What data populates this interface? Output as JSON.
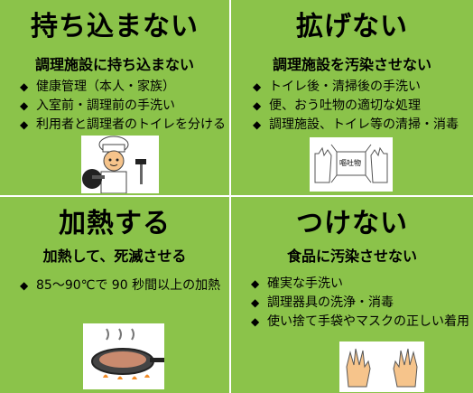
{
  "panels": {
    "top_left": {
      "title": "持ち込まない",
      "subtitle": "調理施設に持ち込まない",
      "items": [
        "健康管理（本人・家族）",
        "入室前・調理前の手洗い",
        "利用者と調理者のトイレを分ける"
      ],
      "marker": "◆",
      "icon": "chef-icon"
    },
    "top_right": {
      "title": "拡げない",
      "subtitle": "調理施設を汚染させない",
      "items": [
        "トイレ後・清掃後の手洗い",
        "便、おう吐物の適切な処理",
        "調理施設、トイレ等の清掃・消毒"
      ],
      "marker": "◆",
      "icon_label": "嘔吐物",
      "icon": "vomit-cleanup-icon"
    },
    "bottom_left": {
      "title": "加熱する",
      "subtitle": "加熱して、死滅させる",
      "items": [
        "85～90℃で 90 秒間以上の加熱"
      ],
      "marker": "◆",
      "icon": "frying-pan-icon"
    },
    "bottom_right": {
      "title": "つけない",
      "subtitle": "食品に汚染させない",
      "items": [
        "確実な手洗い",
        "調理器具の洗浄・消毒",
        "使い捨て手袋やマスクの正しい着用"
      ],
      "marker": "◆",
      "icon": "hands-icon"
    }
  },
  "colors": {
    "panel_bg": "#8bc34a",
    "divider": "#ffffff",
    "text": "#000000"
  }
}
